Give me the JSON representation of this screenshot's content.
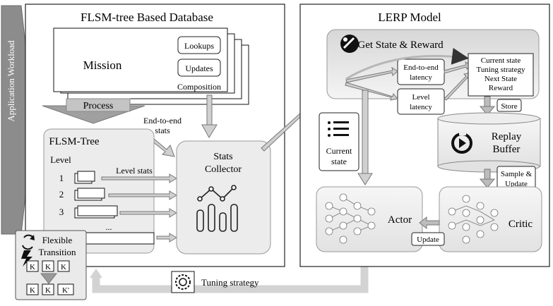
{
  "workload": {
    "label": "Application Workload"
  },
  "database": {
    "title": "FLSM-tree Based Database",
    "mission": "Mission",
    "lookups": "Lookups",
    "updates": "Updates",
    "composition": "Composition",
    "process": "Process",
    "end_to_end_stats": [
      "End-to-end",
      "stats"
    ],
    "level_stats": "Level stats"
  },
  "flsm": {
    "title": "FLSM-Tree",
    "level": "Level",
    "levels": [
      "1",
      "2",
      "3"
    ],
    "ellipsis": "..."
  },
  "stats_collector": {
    "lines": [
      "Stats",
      "Collector"
    ]
  },
  "flexible_transition": {
    "lines": [
      "Flexible",
      "Transition"
    ],
    "top_keys": [
      "K",
      "K",
      "K"
    ],
    "bottom_keys": [
      "K",
      "K",
      "K'"
    ]
  },
  "tuning": {
    "label": "Tuning strategy"
  },
  "lerp": {
    "title": "LERP Model",
    "get_state": "Get State & Reward",
    "end_to_end_latency": [
      "End-to-end",
      "latency"
    ],
    "level_latency": [
      "Level",
      "latency"
    ],
    "tuple": [
      "Current state",
      "Tuning strategy",
      "Next State",
      "Reward"
    ],
    "store": "Store",
    "current_state": [
      "Current",
      "state"
    ],
    "replay_buffer": [
      "Replay",
      "Buffer"
    ],
    "sample_update": [
      "Sample &",
      "Update"
    ],
    "actor": "Actor",
    "critic": "Critic",
    "update": "Update"
  }
}
